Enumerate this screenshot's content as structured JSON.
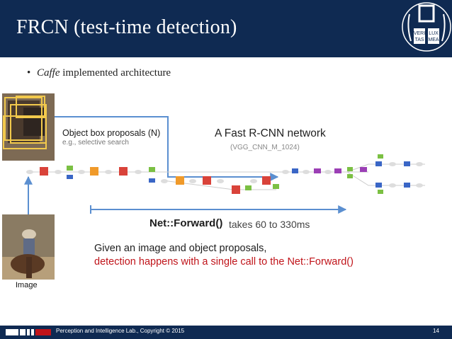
{
  "slide": {
    "title": "FRCN (test-time detection)",
    "bullet": {
      "italic": "Caffe",
      "rest": " implemented architecture"
    }
  },
  "logo": {
    "text_tl": "VERI",
    "text_tr": "LUX",
    "text_bl": "TAS",
    "text_br": "MEA"
  },
  "diagram": {
    "object_proposals_label": "Object box proposals (N)",
    "object_proposals_sub": "e.g., selective search",
    "network_title": "A Fast R-CNN network",
    "network_model": "(VGG_CNN_M_1024)",
    "forward_label": "Net::Forward()",
    "forward_time": "takes 60 to 330ms",
    "given_text": "Given an image and object proposals,",
    "detection_text": "detection happens with a single call to the Net::Forward()",
    "image_label": "Image",
    "colors": {
      "arrow": "#5b8fd0",
      "red": "#d9433a",
      "orange": "#f09a2a",
      "blue": "#3a66c6",
      "green": "#7bc043",
      "purple": "#9b3fb5",
      "grey": "#bbbbbb"
    }
  },
  "footer": {
    "text": "Perception and Intelligence Lab., Copyright © 2015",
    "page": "14"
  }
}
